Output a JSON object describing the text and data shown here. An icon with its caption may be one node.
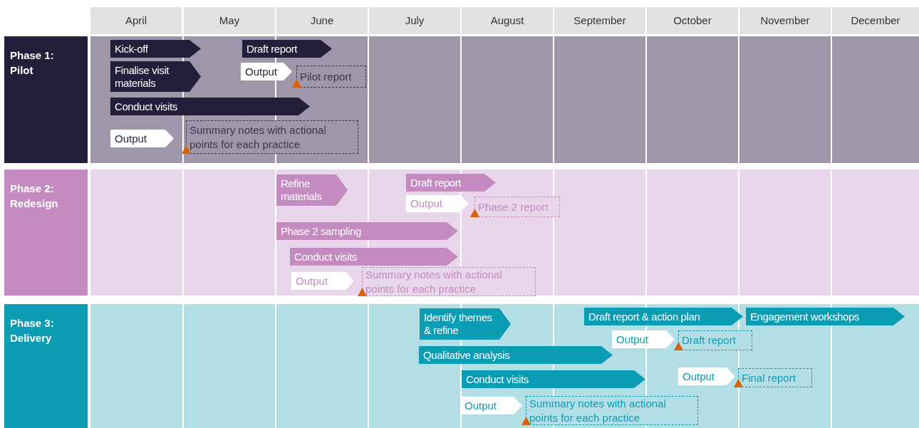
{
  "diagram": {
    "nodes": [
      {
        "text": [
          "Phase 1: Pilot"
        ]
      },
      {
        "text": [
          "Kick-off"
        ],
        "in": 0
      },
      {
        "text": [
          "Draft report"
        ],
        "in": 0
      },
      {
        "text": [
          "Finalise visit materials"
        ],
        "in": 0
      },
      {
        "text": [
          "Output"
        ],
        "in": 0
      },
      {
        "text": [
          "Pilot report"
        ],
        "in": 0
      },
      {
        "text": [
          "Conduct visits"
        ],
        "in": 0
      },
      {
        "text": [
          "Output"
        ],
        "in": 0
      },
      {
        "text": [
          "Summary notes with actional points for each practice"
        ],
        "in": 0
      },
      {
        "text": [
          "Phase 2: Redesign"
        ]
      },
      {
        "text": [
          "Refine materials"
        ],
        "in": 9
      },
      {
        "text": [
          "Draft report"
        ],
        "in": 9
      },
      {
        "text": [
          "Output"
        ],
        "in": 9
      },
      {
        "text": [
          "Phase 2 report"
        ],
        "in": 9
      },
      {
        "text": [
          "Phase 2 sampling"
        ],
        "in": 9
      },
      {
        "text": [
          "Conduct visits"
        ],
        "in": 9
      },
      {
        "text": [
          "Output"
        ],
        "in": 9
      },
      {
        "text": [
          "Summary notes with actional points for each practice"
        ],
        "in": 9
      },
      {
        "text": [
          "Phase 3: Delivery"
        ]
      },
      {
        "text": [
          "Identify themes & refine"
        ],
        "in": 18
      },
      {
        "text": [
          "Draft report & action plan"
        ],
        "in": 18
      },
      {
        "text": [
          "Engagement workshops"
        ],
        "in": 18
      },
      {
        "text": [
          "Output"
        ],
        "in": 18
      },
      {
        "text": [
          "Draft report"
        ],
        "in": 18
      },
      {
        "text": [
          "Qualitative analysis"
        ],
        "in": 18
      },
      {
        "text": [
          "Conduct visits"
        ],
        "in": 18
      },
      {
        "text": [
          "Output"
        ],
        "in": 18
      },
      {
        "text": [
          "Final report"
        ],
        "in": 18
      },
      {
        "text": [
          "Output"
        ],
        "in": 18
      },
      {
        "text": [
          "Summary notes with actional points for each practice"
        ],
        "in": 18
      }
    ],
    "labels": [
      "April",
      "May",
      "June",
      "July",
      "August",
      "September",
      "October",
      "November",
      "December"
    ]
  }
}
